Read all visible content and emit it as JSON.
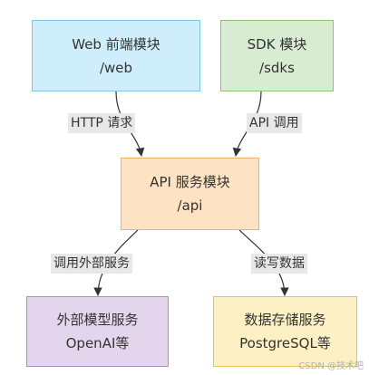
{
  "nodes": {
    "web": {
      "title": "Web 前端模块",
      "path": "/web"
    },
    "sdk": {
      "title": "SDK 模块",
      "path": "/sdks"
    },
    "api": {
      "title": "API 服务模块",
      "path": "/api"
    },
    "model": {
      "title": "外部模型服务",
      "path": "OpenAI等"
    },
    "storage": {
      "title": "数据存储服务",
      "path": "PostgreSQL等"
    }
  },
  "edges": {
    "web_api": "HTTP 请求",
    "sdk_api": "API 调用",
    "api_model": "调用外部服务",
    "api_storage": "读写数据"
  },
  "colors": {
    "web_fill": "#cdeefa",
    "web_stroke": "#78c7e3",
    "sdk_fill": "#d7ecd0",
    "sdk_stroke": "#8ec07c",
    "api_fill": "#fde3c3",
    "api_stroke": "#f1b16b",
    "model_fill": "#e3d5ec",
    "model_stroke": "#a993bd",
    "storage_fill": "#fdf0c4",
    "storage_stroke": "#dfc55e",
    "edge": "#333333"
  },
  "watermark": "CSDN @技术吧"
}
